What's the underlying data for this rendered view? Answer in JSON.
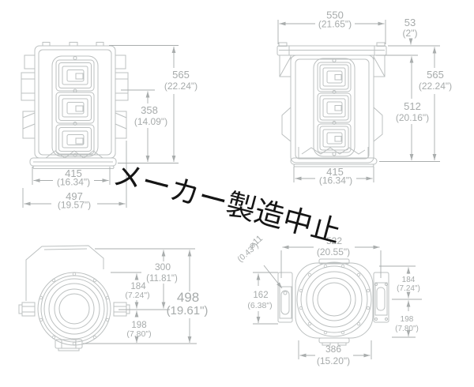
{
  "watermark": {
    "text": "メーカー製造中止"
  },
  "colors": {
    "artwork_line": "#bcc0c0",
    "dimension_line": "#a9adad",
    "watermark_text": "#151515",
    "background": "#ffffff"
  },
  "views": {
    "top_left": {
      "dims": {
        "height_total": {
          "mm": "565",
          "inch": "(22.24\")"
        },
        "height_pivot": {
          "mm": "358",
          "inch": "(14.09\")"
        },
        "width_inner": {
          "mm": "415",
          "inch": "(16.34\")"
        },
        "width_overall": {
          "mm": "497",
          "inch": "(19.57\")"
        }
      }
    },
    "top_right": {
      "dims": {
        "width_flange": {
          "mm": "550",
          "inch": "(21.65\")"
        },
        "flange_height": {
          "mm": "53",
          "inch": "(2\")"
        },
        "height_total": {
          "mm": "565",
          "inch": "(22.24\")"
        },
        "height_body": {
          "mm": "512",
          "inch": "(20.16\")"
        },
        "width_inner": {
          "mm": "415",
          "inch": "(16.34\")"
        }
      }
    },
    "bottom_left": {
      "dims": {
        "top_to_axis": {
          "mm": "300",
          "inch": "(11.81\")"
        },
        "front_to_axis": {
          "mm": "184",
          "inch": "(7.24\")"
        },
        "height_overall": {
          "mm": "498",
          "inch": "(19.61\")"
        },
        "axis_to_bottom": {
          "mm": "198",
          "inch": "(7.80\")"
        }
      }
    },
    "bottom_right": {
      "dims": {
        "width_overall": {
          "mm": "522",
          "inch": "(20.55\")"
        },
        "mount_hole_dia": {
          "mm": "⌀11",
          "inch": "(0.43\")"
        },
        "bracket_slot": {
          "mm": "162",
          "inch": "(6.38\")"
        },
        "axis_to_top": {
          "mm": "184",
          "inch": "(7.24\")"
        },
        "axis_to_bottom": {
          "mm": "198",
          "inch": "(7.80\")"
        },
        "width_body": {
          "mm": "386",
          "inch": "(15.20\")"
        }
      }
    }
  }
}
